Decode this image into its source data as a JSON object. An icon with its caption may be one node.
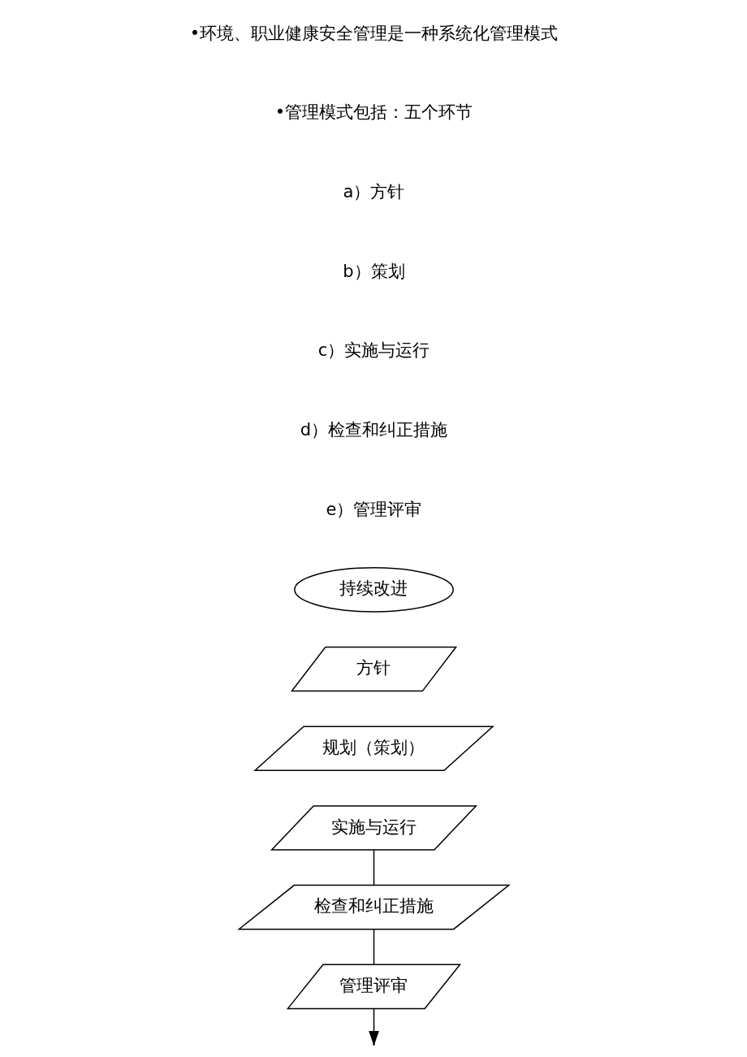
{
  "diagram": {
    "nodes": [
      {
        "text": [
          "持续改进"
        ]
      },
      {
        "text": [
          "方针"
        ]
      },
      {
        "text": [
          "规划（策划）"
        ]
      },
      {
        "text": [
          "实施与运行"
        ]
      },
      {
        "text": [
          "管理评审"
        ]
      },
      {
        "text": [
          "检查和纠正措施"
        ]
      }
    ],
    "edges": [
      {
        "from": 3,
        "to": 5,
        "arrow": "none"
      },
      {
        "from": 5,
        "to": 4,
        "arrow": "none"
      },
      {
        "from": 4,
        "to": null,
        "arrow": "to"
      }
    ],
    "labels": [
      "•环境、职业健康安全管理是一种系统化管理模式",
      "•管理模式包括：五个环节",
      "a）方针",
      "b）策划",
      "c）实施与运行",
      "d）检查和纠正措施",
      "e）管理评审"
    ]
  }
}
